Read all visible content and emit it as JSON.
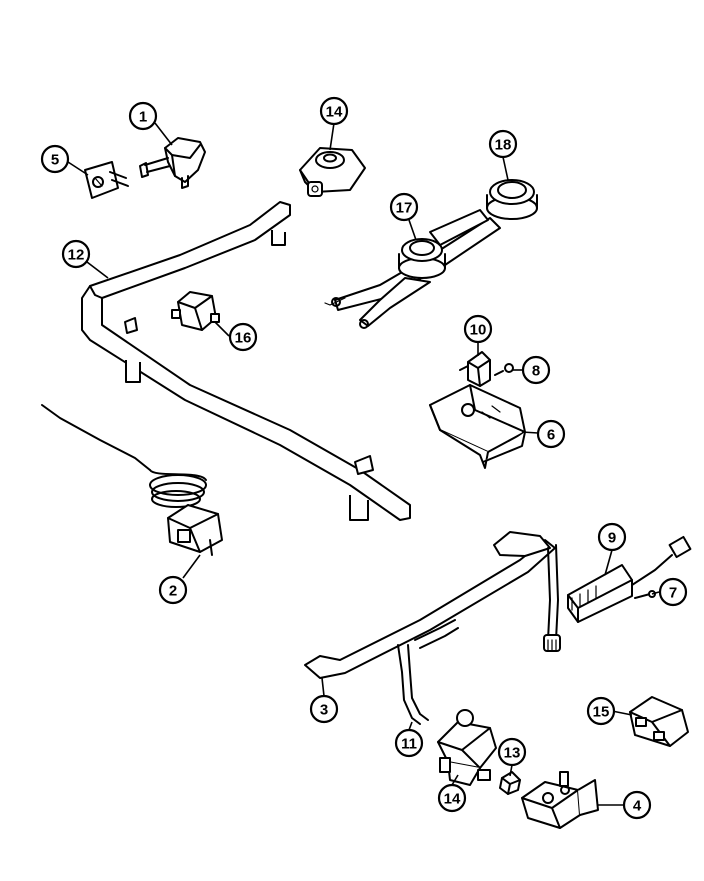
{
  "callouts": {
    "c1": "1",
    "c5": "5",
    "c14a": "14",
    "c18": "18",
    "c17": "17",
    "c12": "12",
    "c16": "16",
    "c10": "10",
    "c8": "8",
    "c6": "6",
    "c2": "2",
    "c9": "9",
    "c7": "7",
    "c3": "3",
    "c15": "15",
    "c11": "11",
    "c13": "13",
    "c14b": "14",
    "c4": "4"
  }
}
